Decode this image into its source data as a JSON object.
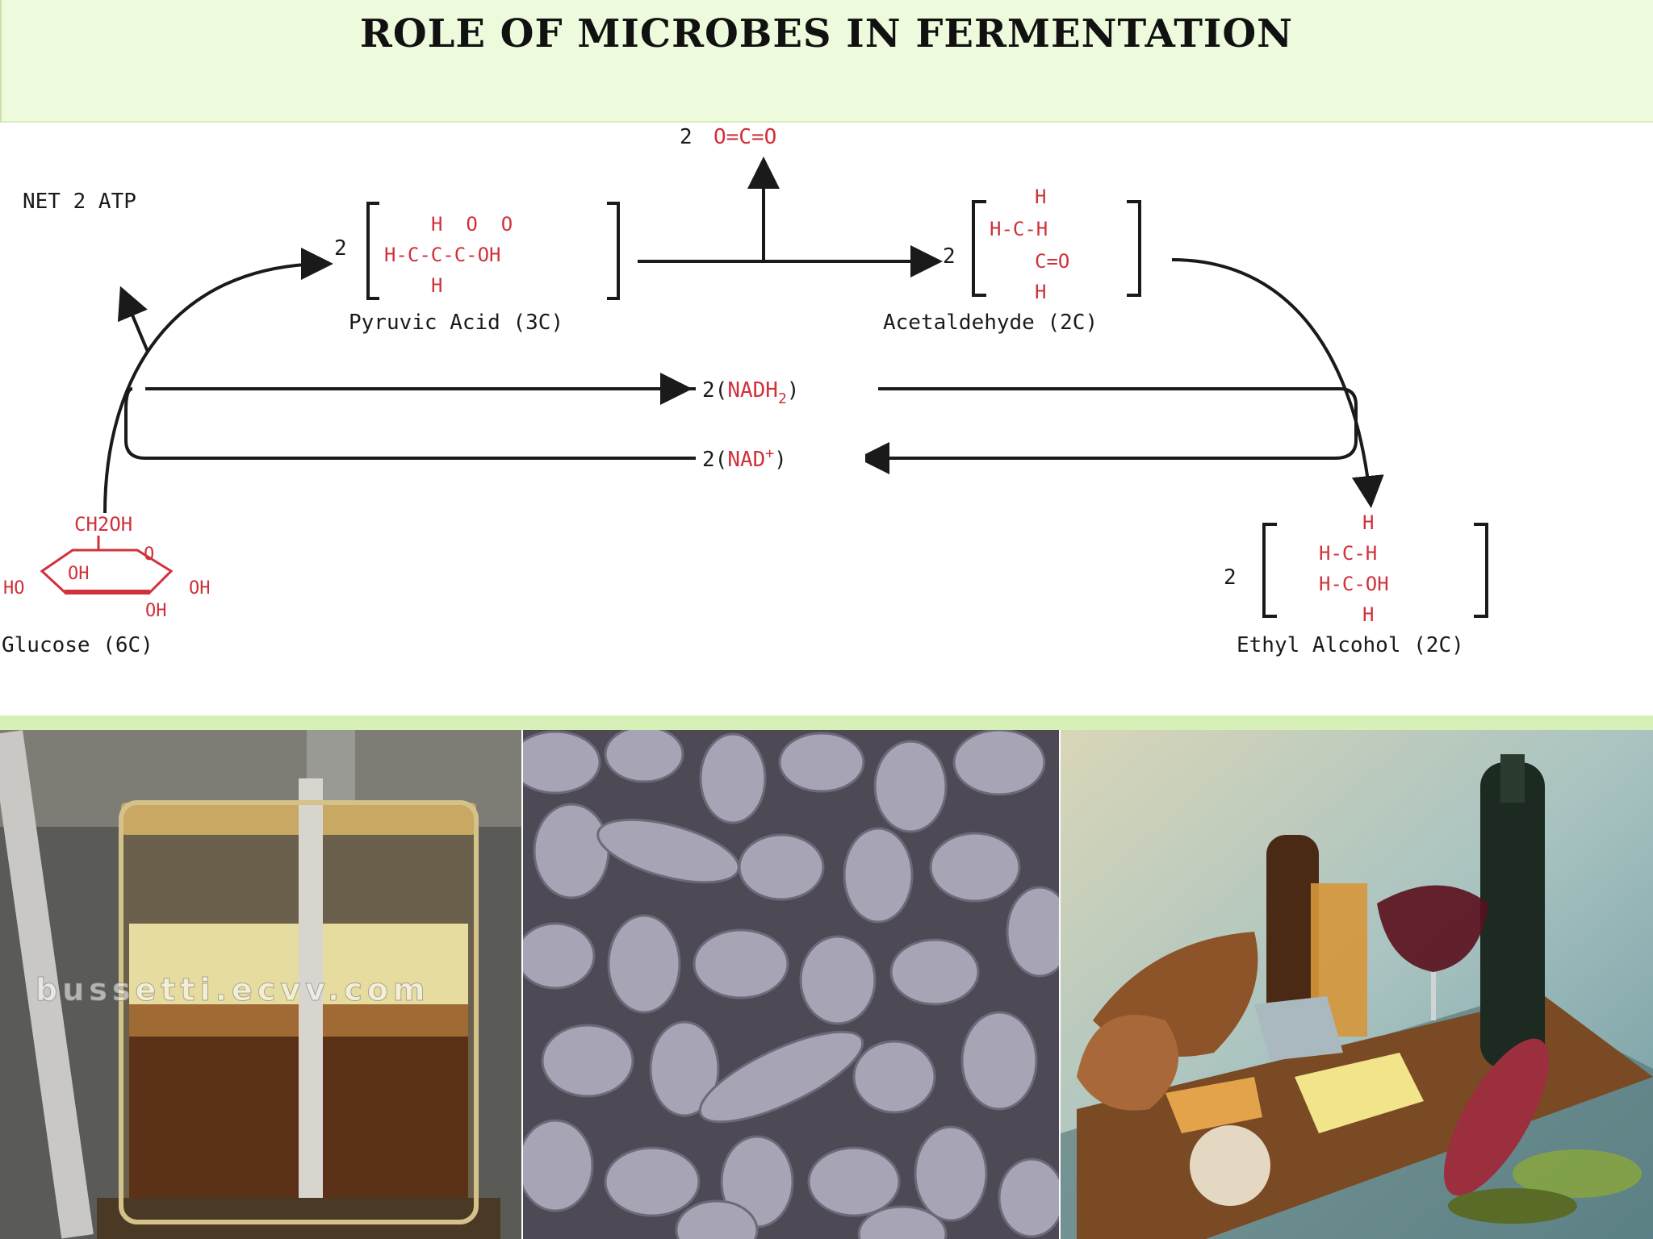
{
  "title": "ROLE OF MICROBES IN FERMENTATION",
  "diagram": {
    "co2": {
      "coef": "2",
      "formula": "O=C=O"
    },
    "net_atp": "NET 2 ATP",
    "pyruvic": {
      "coef": "2",
      "top": "H  O  O",
      "mid": "H-C-C-C-OH",
      "bottom": "H",
      "label": "Pyruvic Acid (3C)"
    },
    "acetaldehyde": {
      "coef": "2",
      "r1": "H",
      "r2": "H-C-H",
      "r3": "C=O",
      "r4": "H",
      "label": "Acetaldehyde (2C)"
    },
    "nadh": {
      "prefix": "2(",
      "species": "NADH",
      "sub": "2",
      "suffix": ")"
    },
    "nad": {
      "prefix": "2(",
      "species": "NAD",
      "sup": "+",
      "suffix": ")"
    },
    "glucose": {
      "ch2oh": "CH2OH",
      "o": "O",
      "oh1": "OH",
      "oh2": "OH",
      "oh3": "OH",
      "ho": "HO",
      "label": "Glucose (6C)"
    },
    "ethanol": {
      "coef": "2",
      "r1": "H",
      "r2": "H-C-H",
      "r3": "H-C-OH",
      "r4": "H",
      "label": "Ethyl Alcohol (2C)"
    }
  },
  "photos": {
    "fermenter_watermark": "bussetti.ecvv.com",
    "fermenter": "fermenter vessel photo",
    "yeast": "yeast cells micrograph",
    "foods": "fermented foods photo"
  },
  "colors": {
    "red": "#d0313b",
    "ink": "#1a1a1a",
    "title_band": "#eefadc"
  }
}
